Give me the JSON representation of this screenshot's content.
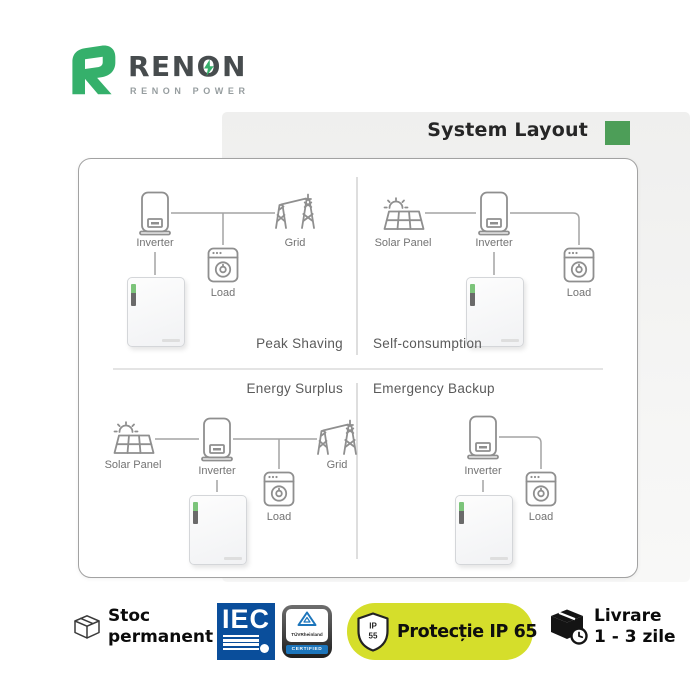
{
  "logo": {
    "part_pre": "REN",
    "part_o": "O",
    "part_post": "N",
    "tagline": "RENON POWER"
  },
  "header": {
    "title": "System Layout"
  },
  "diagram": {
    "peak_shaving": {
      "title": "Peak Shaving",
      "inverter": "Inverter",
      "load": "Load",
      "grid": "Grid"
    },
    "self_consumption": {
      "title": "Self-consumption",
      "solar": "Solar Panel",
      "inverter": "Inverter",
      "load": "Load"
    },
    "energy_surplus": {
      "title": "Energy Surplus",
      "solar": "Solar Panel",
      "inverter": "Inverter",
      "load": "Load",
      "grid": "Grid"
    },
    "emergency_backup": {
      "title": "Emergency Backup",
      "inverter": "Inverter",
      "load": "Load"
    }
  },
  "badges": {
    "stock": {
      "line1": "Stoc",
      "line2": "permanent"
    },
    "iec": {
      "label": "IEC"
    },
    "tuv": {
      "brand": "TÜVRheinland",
      "banner": "CERTIFIED"
    },
    "protection": {
      "shield_line1": "IP",
      "shield_line2": "55",
      "label": "Protecție IP 65"
    },
    "delivery": {
      "line1": "Livrare",
      "line2": "1 - 3 zile"
    }
  },
  "colors": {
    "brand_green": "#35b06b",
    "accent_green": "#4d9e58",
    "pill_yellow": "#d5de2b",
    "iec_blue": "#0a4e9b",
    "tuv_blue": "#1c75bb"
  }
}
